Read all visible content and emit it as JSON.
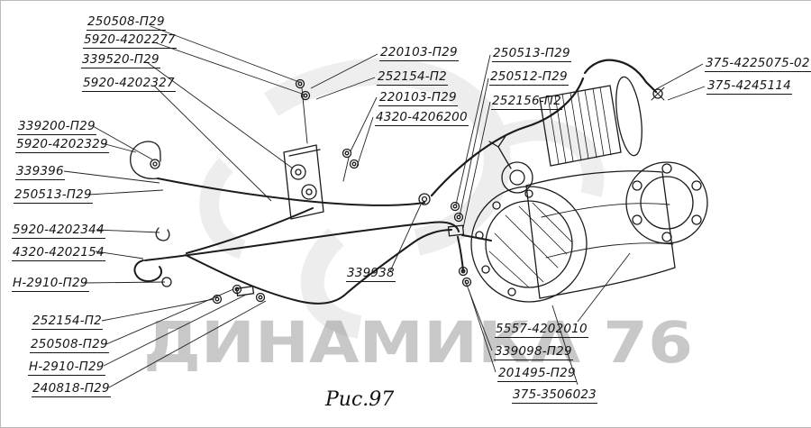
{
  "figure": {
    "caption": "Рис.97"
  },
  "watermark": {
    "text": "ДИНАМИКА 76"
  },
  "labels": {
    "top_left": [
      "250508-П29",
      "5920-4202277",
      "339520-П29",
      "5920-4202327"
    ],
    "left": [
      "339200-П29",
      "5920-4202329",
      "339396",
      "250513-П29",
      "5920-4202344",
      "4320-4202154",
      "Н-2910-П29"
    ],
    "bottom_left": [
      "252154-П2",
      "250508-П29",
      "Н-2910-П29",
      "240818-П29"
    ],
    "center_top": [
      "220103-П29",
      "252154-П2",
      "220103-П29",
      "4320-4206200"
    ],
    "center": [
      "339938"
    ],
    "mid_right": [
      "250513-П29",
      "250512-П29",
      "252156-П2"
    ],
    "right": [
      "375-4225075-02",
      "375-4245114"
    ],
    "bottom_right": [
      "5557-4202010",
      "339098-П29",
      "201495-П29",
      "375-3506023"
    ]
  }
}
